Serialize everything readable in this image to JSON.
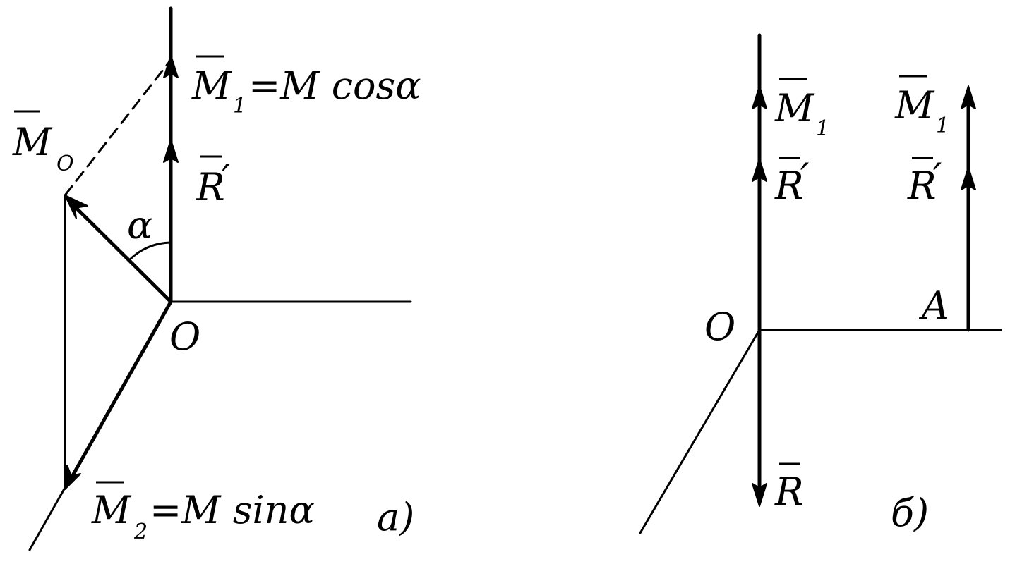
{
  "diagram_a": {
    "caption": "а)",
    "point_o": "O",
    "angle": "α",
    "mo": {
      "letter": "M",
      "sub": "O"
    },
    "m1": {
      "letter": "M",
      "sub": "1",
      "rhs": "=M  cosα"
    },
    "r_prime": {
      "letter": "R",
      "prime": "′"
    },
    "m2": {
      "letter": "M",
      "sub": "2",
      "rhs": "=M  sinα"
    }
  },
  "diagram_b": {
    "caption": "б)",
    "point_o": "O",
    "point_a": "A",
    "m1_at_o": {
      "letter": "M",
      "sub": "1"
    },
    "r_prime_at_o": {
      "letter": "R",
      "prime": "′"
    },
    "m1_at_a": {
      "letter": "M",
      "sub": "1"
    },
    "r_prime_at_a": {
      "letter": "R",
      "prime": "′"
    },
    "r_down": {
      "letter": "R"
    }
  }
}
